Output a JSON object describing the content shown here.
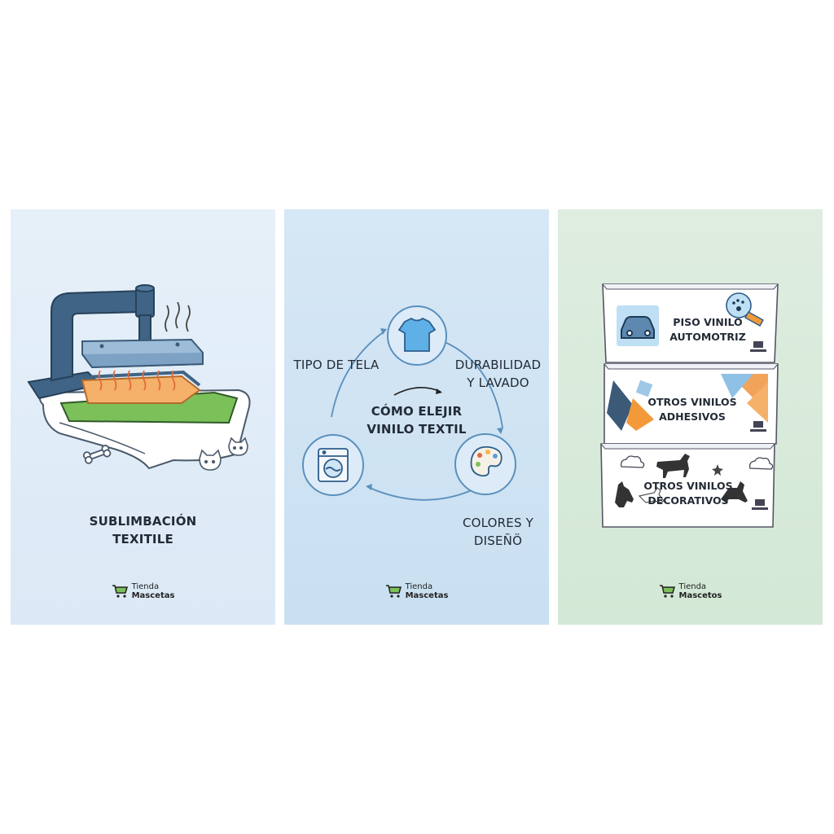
{
  "panels": [
    {
      "title_line1": "SUBLIMBACIÓN",
      "title_line2": "TEXITILE",
      "brand_line1": "Tienda",
      "brand_line2": "Mascetas"
    },
    {
      "center_line1": "CÓMO ELEJIR",
      "center_line2": "VINILO TEXTIL",
      "label_top_left": "TIPO DE TELA",
      "label_right_line1": "DURABILIDAD",
      "label_right_line2": "Y LAVADO",
      "label_bottom_line1": "COLORES Y",
      "label_bottom_line2": "DISEÑÖ",
      "brand_line1": "Tienda",
      "brand_line2": "Mascetas"
    },
    {
      "cards": [
        {
          "line1": "PISO VINILO",
          "line2": "AUTOMOTRIZ"
        },
        {
          "line1": "OTROS VINILOS",
          "line2": "ADHESIVOS"
        },
        {
          "line1": "OTROS VINILOS",
          "line2": "DECORATIVOS"
        }
      ],
      "brand_line1": "Tienda",
      "brand_line2": "Mascetos"
    }
  ],
  "colors": {
    "press_blue": "#3f6485",
    "heat_orange": "#f2a35a",
    "mat_green": "#7cc05a",
    "accent_blue": "#4a8bbf",
    "text_dark": "#232b36"
  }
}
